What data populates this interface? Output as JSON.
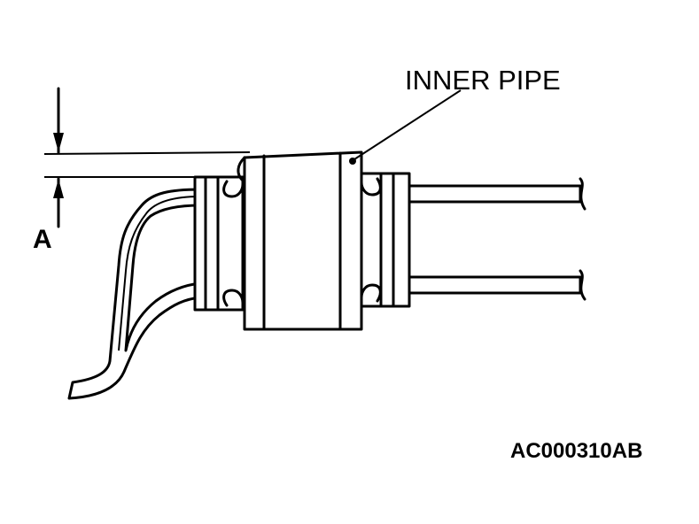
{
  "labels": {
    "inner_pipe": "INNER PIPE",
    "dimension_a": "A",
    "figure_code": "AC000310AB"
  }
}
